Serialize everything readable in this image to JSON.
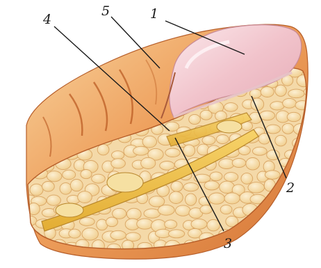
{
  "diagram": {
    "labels": {
      "nail": "1",
      "fat_tissue": "2",
      "bone": "3",
      "nail_root": "4",
      "skin": "5"
    },
    "colors": {
      "skin_light": "#f6c58a",
      "skin_mid": "#e98f4e",
      "skin_dark": "#c9642c",
      "nail": "#f3cdd3",
      "nail_highlight": "#fbeef0",
      "fat": "#f7dfab",
      "fat_edge": "#d9a564",
      "bone": "#efc04a",
      "bone_edge": "#b8862a",
      "label_ink": "#1a1a1a"
    }
  }
}
